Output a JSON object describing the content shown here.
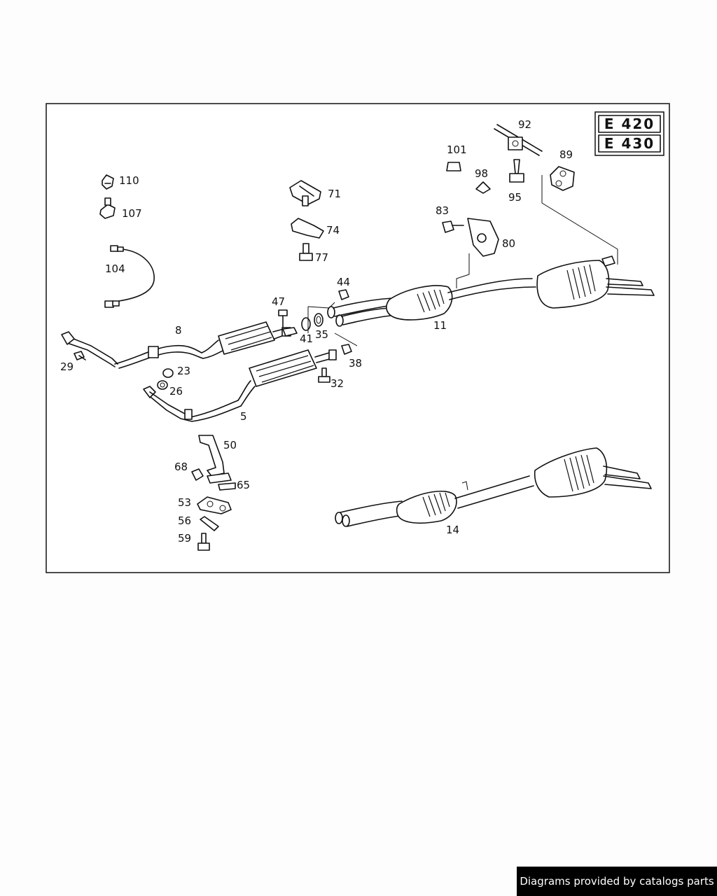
{
  "model_badge": {
    "line1": "E 420",
    "line2": "E 430"
  },
  "callouts": [
    {
      "id": "c110",
      "text": "110"
    },
    {
      "id": "c107",
      "text": "107"
    },
    {
      "id": "c104",
      "text": "104"
    },
    {
      "id": "c8",
      "text": "8"
    },
    {
      "id": "c29",
      "text": "29"
    },
    {
      "id": "c23",
      "text": "23"
    },
    {
      "id": "c26",
      "text": "26"
    },
    {
      "id": "c5",
      "text": "5"
    },
    {
      "id": "c71",
      "text": "71"
    },
    {
      "id": "c74",
      "text": "74"
    },
    {
      "id": "c77",
      "text": "77"
    },
    {
      "id": "c47",
      "text": "47"
    },
    {
      "id": "c41",
      "text": "41"
    },
    {
      "id": "c35",
      "text": "35"
    },
    {
      "id": "c44",
      "text": "44"
    },
    {
      "id": "c38",
      "text": "38"
    },
    {
      "id": "c32",
      "text": "32"
    },
    {
      "id": "c11",
      "text": "11"
    },
    {
      "id": "c101",
      "text": "101"
    },
    {
      "id": "c98",
      "text": "98"
    },
    {
      "id": "c95",
      "text": "95"
    },
    {
      "id": "c92",
      "text": "92"
    },
    {
      "id": "c89",
      "text": "89"
    },
    {
      "id": "c83",
      "text": "83"
    },
    {
      "id": "c80",
      "text": "80"
    },
    {
      "id": "c50",
      "text": "50"
    },
    {
      "id": "c68",
      "text": "68"
    },
    {
      "id": "c65",
      "text": "65"
    },
    {
      "id": "c53",
      "text": "53"
    },
    {
      "id": "c56",
      "text": "56"
    },
    {
      "id": "c59",
      "text": "59"
    },
    {
      "id": "c14",
      "text": "14"
    }
  ],
  "footer": {
    "text": "Diagrams provided by catalogs parts"
  }
}
